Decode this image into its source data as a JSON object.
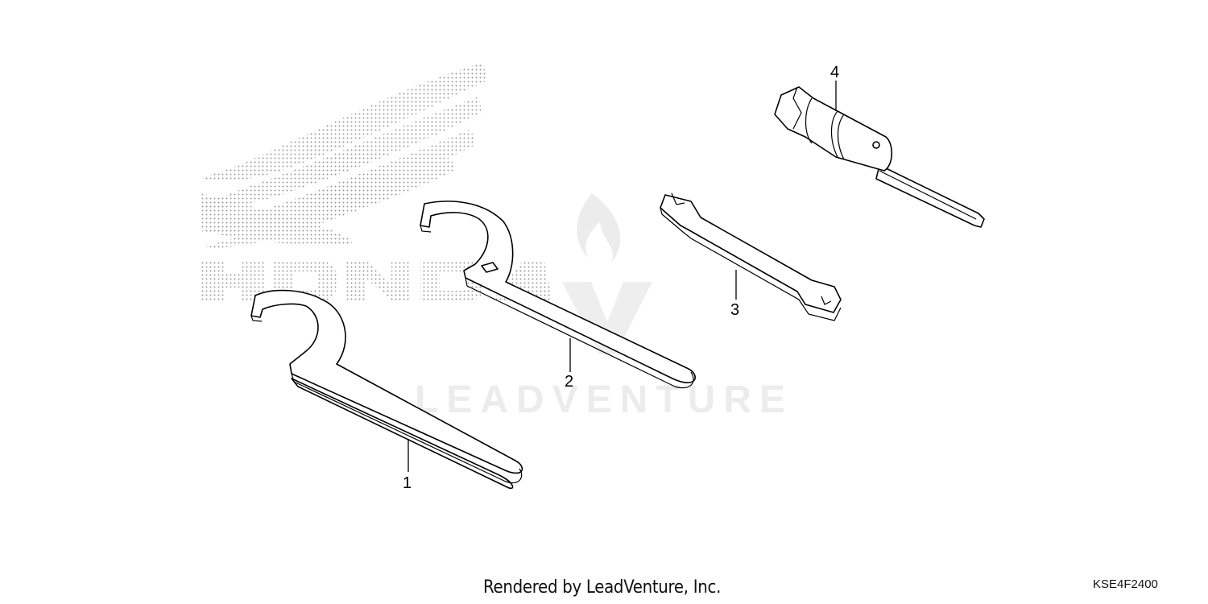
{
  "watermark": {
    "brand_logo_text": "HONDA",
    "overlay_text": "LEADVENTURE"
  },
  "callouts": {
    "part1": "1",
    "part2": "2",
    "part3": "3",
    "part4": "4"
  },
  "footer": {
    "credit": "Rendered by LeadVenture, Inc.",
    "diagram_code": "KSE4F2400"
  }
}
